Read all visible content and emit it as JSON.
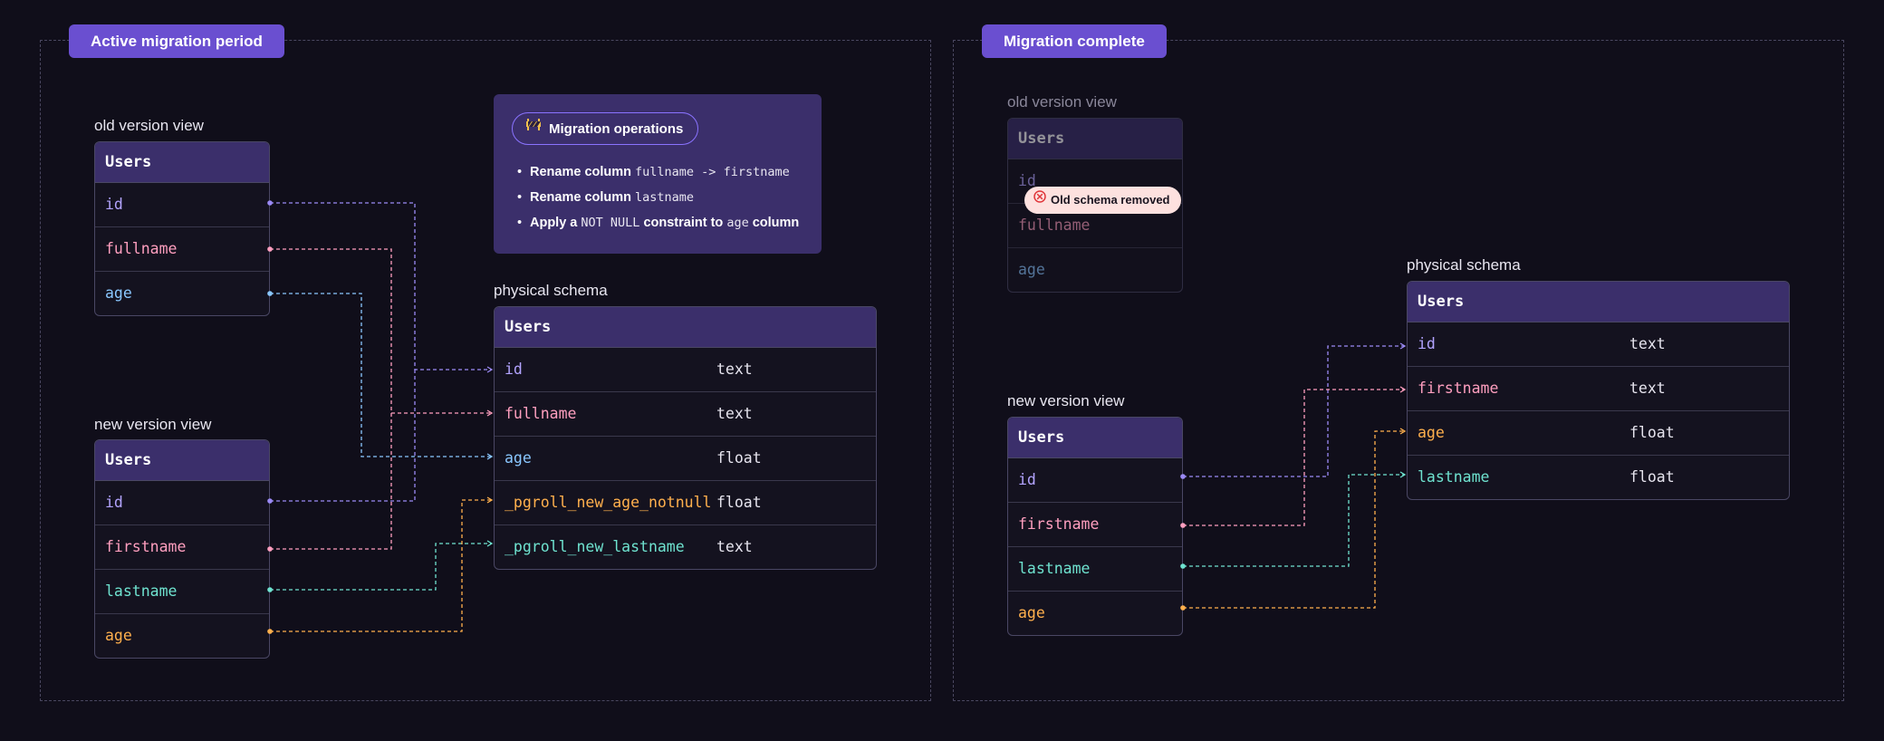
{
  "panels": {
    "left": {
      "tag": "Active migration period"
    },
    "right": {
      "tag": "Migration complete"
    }
  },
  "left": {
    "old_view": {
      "caption": "old version view",
      "title": "Users",
      "rows": [
        "id",
        "fullname",
        "age"
      ]
    },
    "new_view": {
      "caption": "new version view",
      "title": "Users",
      "rows": [
        "id",
        "firstname",
        "lastname",
        "age"
      ]
    },
    "physical": {
      "caption": "physical schema",
      "title": "Users",
      "rows": [
        {
          "name": "id",
          "type": "text"
        },
        {
          "name": "fullname",
          "type": "text"
        },
        {
          "name": "age",
          "type": "float"
        },
        {
          "name": "_pgroll_new_age_notnull",
          "type": "float"
        },
        {
          "name": "_pgroll_new_lastname",
          "type": "text"
        }
      ]
    },
    "operations": {
      "title": "Migration operations",
      "icon": "barrier-icon",
      "items": [
        {
          "b1": "Rename column",
          "c1": "fullname -> firstname",
          "b2": "",
          "c2": "",
          "b3": ""
        },
        {
          "b1": "Rename column",
          "c1": "lastname",
          "b2": "",
          "c2": "",
          "b3": ""
        },
        {
          "b1": "Apply a",
          "c1": "NOT NULL",
          "b2": "constraint to",
          "c2": "age",
          "b3": "column"
        }
      ]
    }
  },
  "right": {
    "old_view": {
      "caption": "old version view",
      "title": "Users",
      "rows": [
        "id",
        "fullname",
        "age"
      ],
      "badge": "Old schema removed",
      "badge_icon": "x-circle-icon"
    },
    "new_view": {
      "caption": "new version view",
      "title": "Users",
      "rows": [
        "id",
        "firstname",
        "lastname",
        "age"
      ]
    },
    "physical": {
      "caption": "physical schema",
      "title": "Users",
      "rows": [
        {
          "name": "id",
          "type": "text"
        },
        {
          "name": "firstname",
          "type": "text"
        },
        {
          "name": "age",
          "type": "float"
        },
        {
          "name": "lastname",
          "type": "float"
        }
      ]
    }
  },
  "colors": {
    "background": "#100e1a",
    "accent": "#6a4fd0",
    "header": "#3b2f6b",
    "id": "#b3a4ff",
    "name": "#ff9fbf",
    "age_old": "#8ac7ff",
    "lastname": "#6fe3d0",
    "age_new": "#ffb04d"
  }
}
